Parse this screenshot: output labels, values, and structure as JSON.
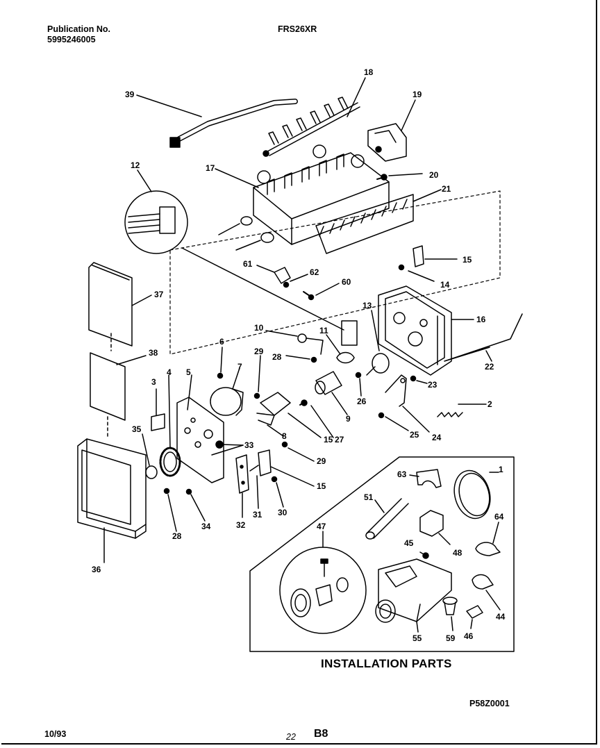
{
  "header": {
    "publication_label": "Publication No.",
    "publication_number": "5995246005",
    "model": "FRS26XR"
  },
  "callouts": {
    "c1": "1",
    "c2": "2",
    "c3": "3",
    "c4": "4",
    "c5": "5",
    "c6": "6",
    "c7": "7",
    "c8": "8",
    "c9": "9",
    "c10": "10",
    "c11": "11",
    "c12": "12",
    "c13": "13",
    "c14": "14",
    "c15": "15",
    "c16": "16",
    "c17": "17",
    "c18": "18",
    "c19": "19",
    "c20": "20",
    "c21": "21",
    "c22": "22",
    "c23": "23",
    "c24": "24",
    "c25": "25",
    "c26": "26",
    "c27": "27",
    "c28": "28",
    "c29": "29",
    "c30": "30",
    "c31": "31",
    "c32": "32",
    "c33": "33",
    "c34": "34",
    "c35": "35",
    "c36": "36",
    "c37": "37",
    "c38": "38",
    "c39": "39",
    "c44": "44",
    "c45": "45",
    "c46": "46",
    "c47": "47",
    "c48": "48",
    "c51": "51",
    "c55": "55",
    "c59": "59",
    "c60": "60",
    "c61": "61",
    "c62": "62",
    "c63": "63",
    "c64": "64"
  },
  "installation_title": "INSTALLATION PARTS",
  "diagram_code": "P58Z0001",
  "footer": {
    "date": "10/93",
    "page_number": "22",
    "section": "B8"
  }
}
